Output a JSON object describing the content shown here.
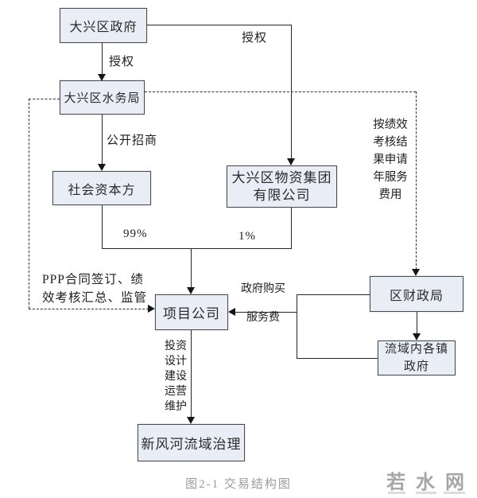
{
  "figure": {
    "caption": "图2-1 交易结构图",
    "watermark": "若水网"
  },
  "nodes": {
    "gov": {
      "label": "大兴区政府"
    },
    "water": {
      "label": "大兴区水务局"
    },
    "social": {
      "label": "社会资本方"
    },
    "materials": {
      "line1": "大兴区物资集团",
      "line2": "有限公司"
    },
    "project": {
      "label": "项目公司"
    },
    "finance": {
      "label": "区财政局"
    },
    "towns": {
      "line1": "流域内各镇",
      "line2": "政府"
    },
    "river": {
      "label": "新风河流域治理"
    }
  },
  "edge_labels": {
    "authorize_vertical": "授权",
    "authorize_horizontal": "授权",
    "public_bidding": "公开招商",
    "share_99": "99%",
    "share_1": "1%",
    "ppp_line1": "PPP合同签订、绩",
    "ppp_line2": "效考核汇总、监管",
    "gov_purchase_line1": "政府购买",
    "gov_purchase_line2": "服务费",
    "performance_fee": "按绩效\n考核结\n果申请\n年服务\n费用",
    "project_duties": "投资\n设计\n建设\n运营\n维护"
  },
  "colors": {
    "node_fill": "#e9eef6",
    "node_border": "#4a4a4a",
    "line": "#262626",
    "caption_gray": "#9a9a9a",
    "watermark_gray": "#a6a6a6"
  }
}
